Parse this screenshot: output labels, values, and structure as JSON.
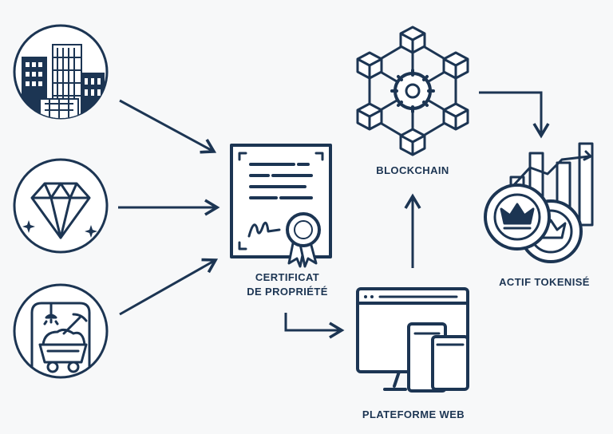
{
  "labels": {
    "certificate_line1": "CERTIFICAT",
    "certificate_line2": "DE PROPRIÉTÉ",
    "blockchain": "BLOCKCHAIN",
    "web_platform": "PLATEFORME WEB",
    "tokenized_asset": "ACTIF TOKENISÉ"
  },
  "icons": {
    "real_estate": "buildings-icon",
    "gem": "diamond-icon",
    "mining": "mine-cart-icon",
    "certificate": "certificate-icon",
    "blockchain": "blockchain-network-icon",
    "web": "web-devices-icon",
    "token": "token-coins-icon"
  },
  "colors": {
    "ink": "#1c3553",
    "background": "#f7f8f9"
  }
}
